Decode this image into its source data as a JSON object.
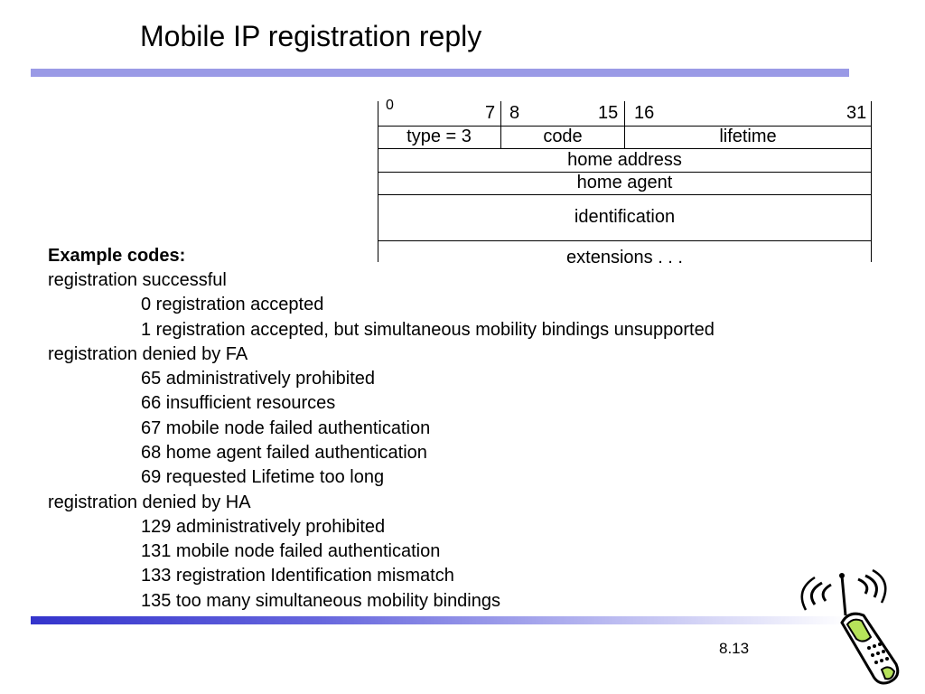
{
  "slide": {
    "title": "Mobile IP registration reply",
    "page_number": "8.13"
  },
  "packet": {
    "bit_labels": [
      "0",
      "7",
      "8",
      "15",
      "16",
      "31"
    ],
    "fields": {
      "type": "type = 3",
      "code": "code",
      "lifetime": "lifetime",
      "home_address": "home address",
      "home_agent": "home agent",
      "identification": "identification",
      "extensions": "extensions . . ."
    }
  },
  "codes": {
    "heading": "Example codes:",
    "groups": [
      {
        "label": "registration successful",
        "items": [
          "0 registration accepted",
          "1 registration accepted, but simultaneous mobility bindings unsupported"
        ]
      },
      {
        "label": "registration denied by FA",
        "items": [
          "65 administratively prohibited",
          "66 insufficient resources",
          "67 mobile node failed authentication",
          "68 home agent failed authentication",
          "69 requested Lifetime too long"
        ]
      },
      {
        "label": "registration denied by HA",
        "items": [
          "129 administratively prohibited",
          "131 mobile node failed authentication",
          "133 registration Identification mismatch",
          "135 too many simultaneous mobility bindings"
        ]
      }
    ]
  },
  "colors": {
    "top_rule": "#9a9ae6",
    "bottom_rule_start": "#3434cc",
    "phone_screen": "#b6e35a"
  },
  "icons": {
    "clipart": "mobile-phone-icon"
  }
}
